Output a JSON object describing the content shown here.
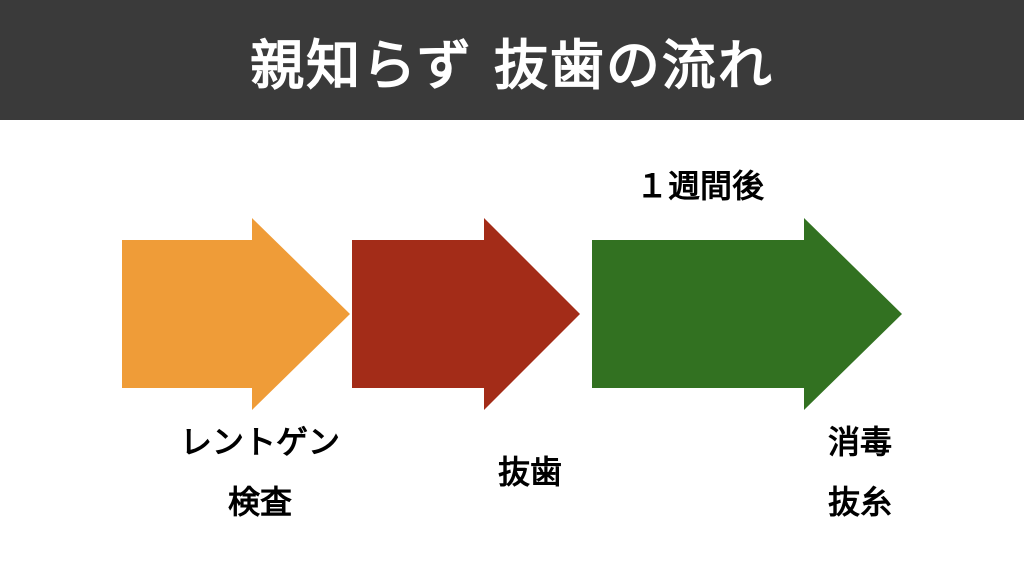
{
  "title": "親知らず 抜歯の流れ",
  "timing_label": "１週間後",
  "steps": [
    {
      "line1": "レントゲン",
      "line2": "検査",
      "color": "#ef9c38"
    },
    {
      "line1": "抜歯",
      "line2": "",
      "color": "#a32c18"
    },
    {
      "line1": "消毒",
      "line2": "抜糸",
      "color": "#327121"
    }
  ]
}
